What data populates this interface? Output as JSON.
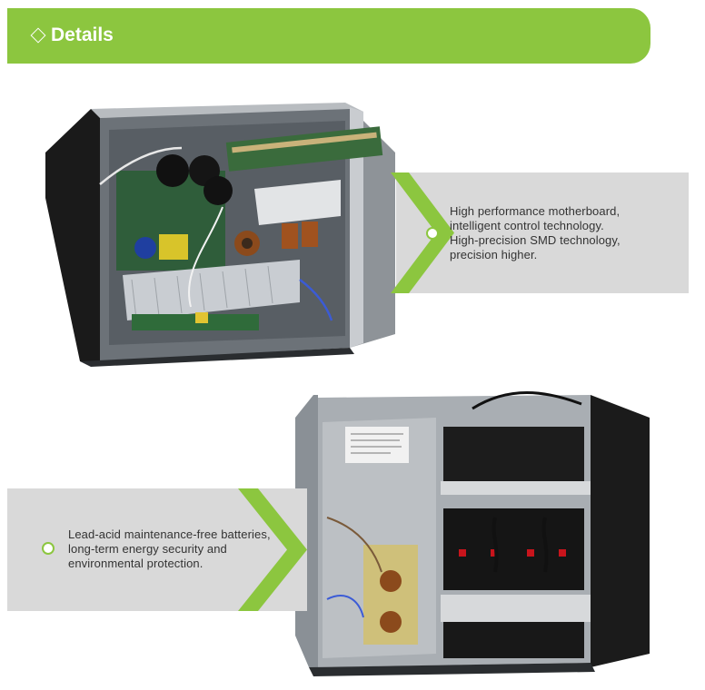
{
  "header": {
    "title": "Details"
  },
  "feature_1": {
    "lines": [
      "High performance motherboard,",
      "intelligent control technology.",
      "High-precision SMD technology,",
      "precision higher."
    ]
  },
  "feature_2": {
    "lines": [
      "Lead-acid maintenance-free batteries,",
      "long-term energy security and",
      "environmental protection."
    ]
  },
  "colors": {
    "accent": "#8cc63f",
    "band": "#d9d9d9",
    "text": "#333333"
  }
}
